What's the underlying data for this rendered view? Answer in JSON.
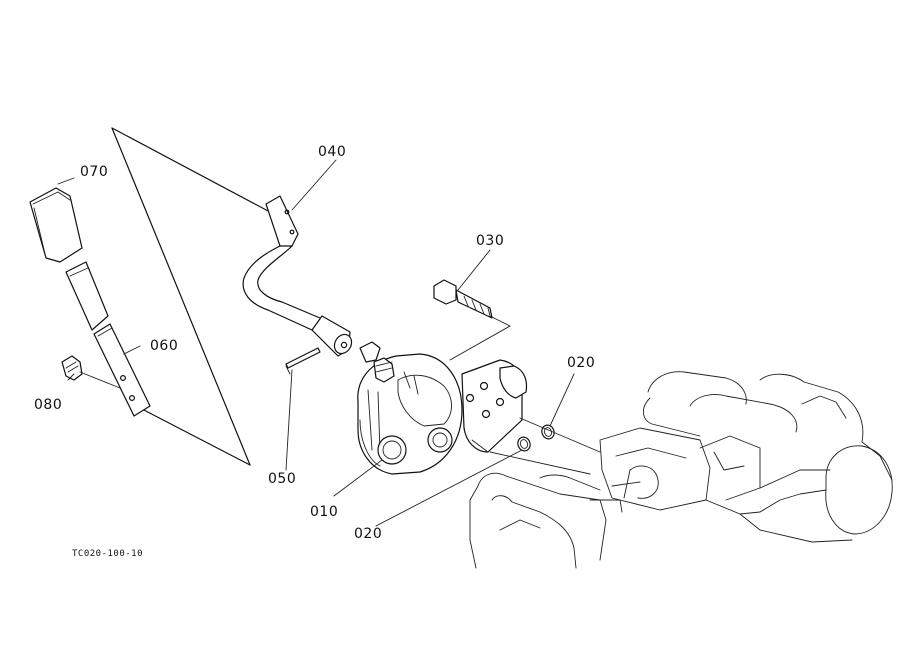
{
  "diagram": {
    "figure_code": "TC020-100-10",
    "callouts": [
      {
        "id": "c010",
        "label": "010"
      },
      {
        "id": "c020a",
        "label": "020"
      },
      {
        "id": "c020b",
        "label": "020"
      },
      {
        "id": "c030",
        "label": "030"
      },
      {
        "id": "c040",
        "label": "040"
      },
      {
        "id": "c050",
        "label": "050"
      },
      {
        "id": "c060",
        "label": "060"
      },
      {
        "id": "c070",
        "label": "070"
      },
      {
        "id": "c080",
        "label": "080"
      }
    ]
  }
}
